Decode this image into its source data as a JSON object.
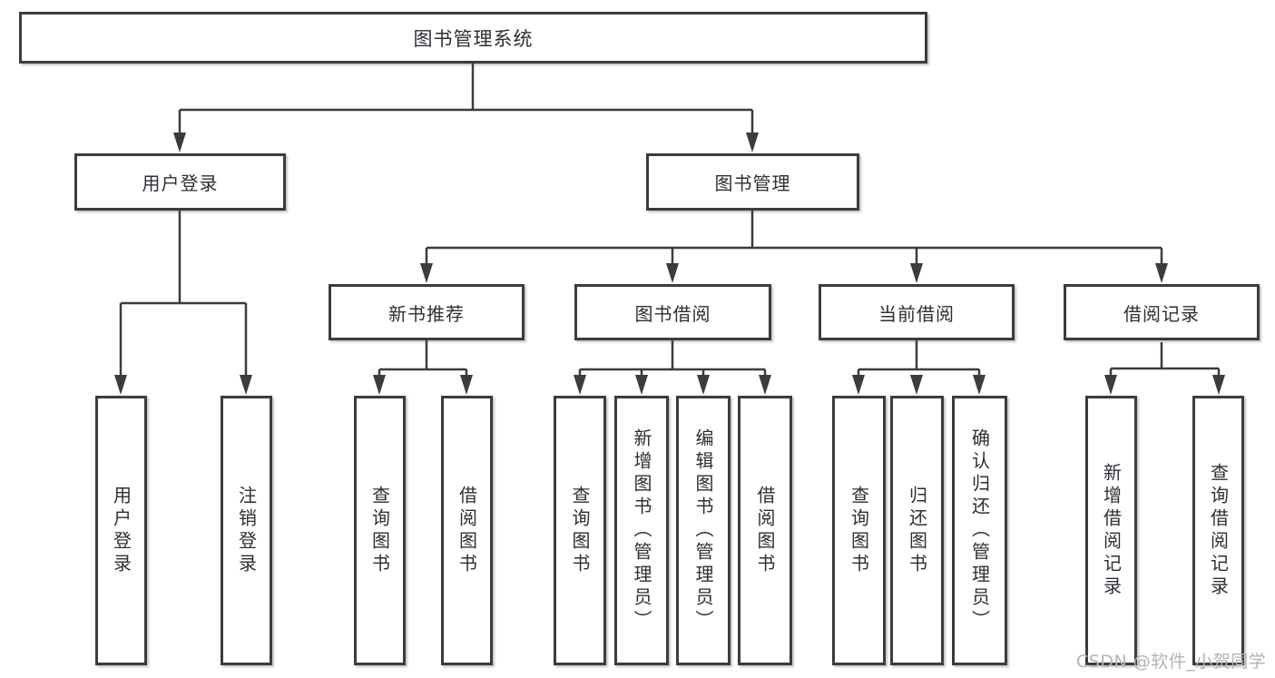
{
  "diagram": {
    "tree": {
      "label": "图书管理系统",
      "children": [
        {
          "label": "用户登录",
          "children": [
            {
              "label": "用户登录"
            },
            {
              "label": "注销登录"
            }
          ]
        },
        {
          "label": "图书管理",
          "children": [
            {
              "label": "新书推荐",
              "children": [
                {
                  "label": "查询图书"
                },
                {
                  "label": "借阅图书"
                }
              ]
            },
            {
              "label": "图书借阅",
              "children": [
                {
                  "label": "查询图书"
                },
                {
                  "label": "新增图书（管理员）"
                },
                {
                  "label": "编辑图书（管理员）"
                },
                {
                  "label": "借阅图书"
                }
              ]
            },
            {
              "label": "当前借阅",
              "children": [
                {
                  "label": "查询图书"
                },
                {
                  "label": "归还图书"
                },
                {
                  "label": "确认归还（管理员）"
                }
              ]
            },
            {
              "label": "借阅记录",
              "children": [
                {
                  "label": "新增借阅记录"
                },
                {
                  "label": "查询借阅记录"
                }
              ]
            }
          ]
        }
      ]
    },
    "watermark": {
      "text": "CSDN @软件_小贺同学"
    },
    "colors": {
      "line": "#3b3b40",
      "text": "#2e2e36",
      "watermark": "#b3b3b9",
      "background": "#ffffff"
    }
  }
}
